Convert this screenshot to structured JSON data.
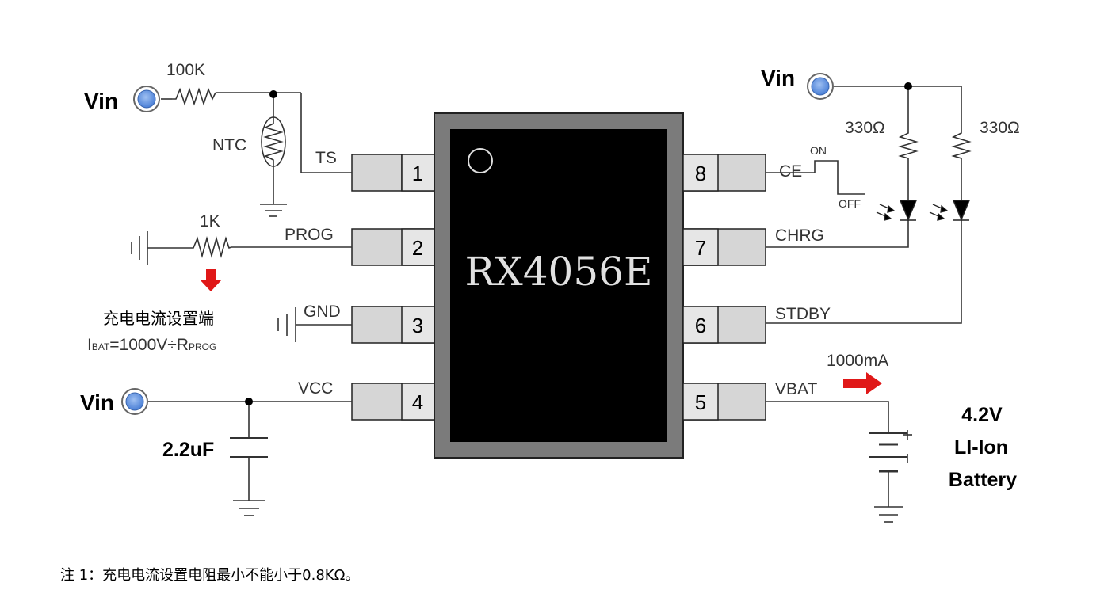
{
  "chip": {
    "name": "RX4056E",
    "pins": [
      {
        "num": "1",
        "label": "TS"
      },
      {
        "num": "2",
        "label": "PROG"
      },
      {
        "num": "3",
        "label": "GND"
      },
      {
        "num": "4",
        "label": "VCC"
      },
      {
        "num": "5",
        "label": "VBAT"
      },
      {
        "num": "6",
        "label": "STDBY"
      },
      {
        "num": "7",
        "label": "CHRG"
      },
      {
        "num": "8",
        "label": "CE"
      }
    ]
  },
  "labels": {
    "vin": "Vin",
    "r_ntc_bias": "100K",
    "ntc": "NTC",
    "r_prog": "1K",
    "prog_desc": "充电电流设置端",
    "formula_i": "I",
    "formula_bat": "BAT",
    "formula_mid": "=1000V÷R",
    "formula_prog": "PROG",
    "cap": "2.2uF",
    "r_led1": "330Ω",
    "r_led2": "330Ω",
    "ce_on": "ON",
    "ce_off": "OFF",
    "current": "1000mA",
    "battery": [
      "4.2V",
      "LI-Ion",
      "Battery"
    ]
  },
  "note": "注 1：充电电流设置电阻最小不能小于0.8KΩ。",
  "colors": {
    "chip_body": "#000000",
    "chip_frame": "#777777",
    "pin": "#d8d8d8",
    "vin_node": "#6a96df",
    "arrow": "#e01818",
    "wire": "#333333"
  }
}
